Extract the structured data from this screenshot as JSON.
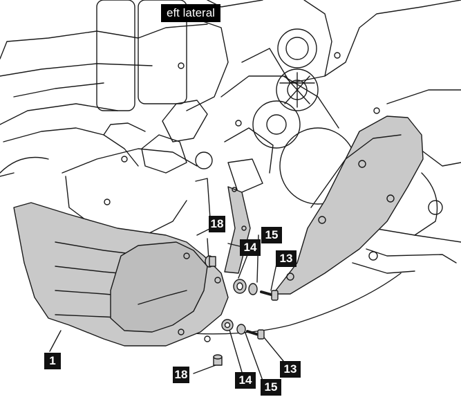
{
  "header": {
    "title": "eft lateral"
  },
  "callouts": {
    "c1": "1",
    "c13a": "13",
    "c13b": "13",
    "c14a": "14",
    "c14b": "14",
    "c15a": "15",
    "c15b": "15",
    "c18a": "18",
    "c18b": "18"
  },
  "colors": {
    "line": "#1a1a1a",
    "part_fill": "#c9c9c9",
    "label_bg": "#111111",
    "label_text": "#ffffff"
  }
}
